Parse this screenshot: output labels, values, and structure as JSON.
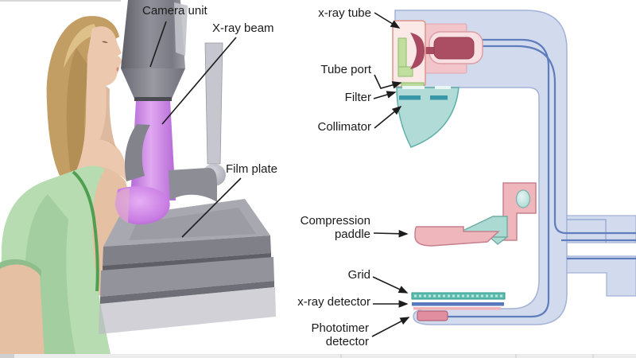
{
  "figure": {
    "left_labels": {
      "camera_unit": "Camera unit",
      "xray_beam": "X-ray beam",
      "film_plate": "Film plate"
    },
    "right_labels": {
      "xray_tube": "x-ray tube",
      "tube_port": "Tube port",
      "filter": "Filter",
      "collimator": "Collimator",
      "compression_paddle": "Compression paddle",
      "grid": "Grid",
      "xray_detector": "x-ray detector",
      "phototimer_detector": "Phototimer detector"
    },
    "colors": {
      "beam_purple": "#c77be2",
      "carm_fill": "#d2dbee",
      "carm_line": "#5f7cbd",
      "tube_housing_pink": "#fae9e6",
      "tube_dark_red": "#a84a60",
      "collimator_teal": "#a5d6d0",
      "paddle_pink": "#efb6bc",
      "grid_teal": "#5bbcae",
      "skin": "#ecc9ae",
      "hair": "#c29d64",
      "gown_green": "#b7dcb1"
    }
  }
}
